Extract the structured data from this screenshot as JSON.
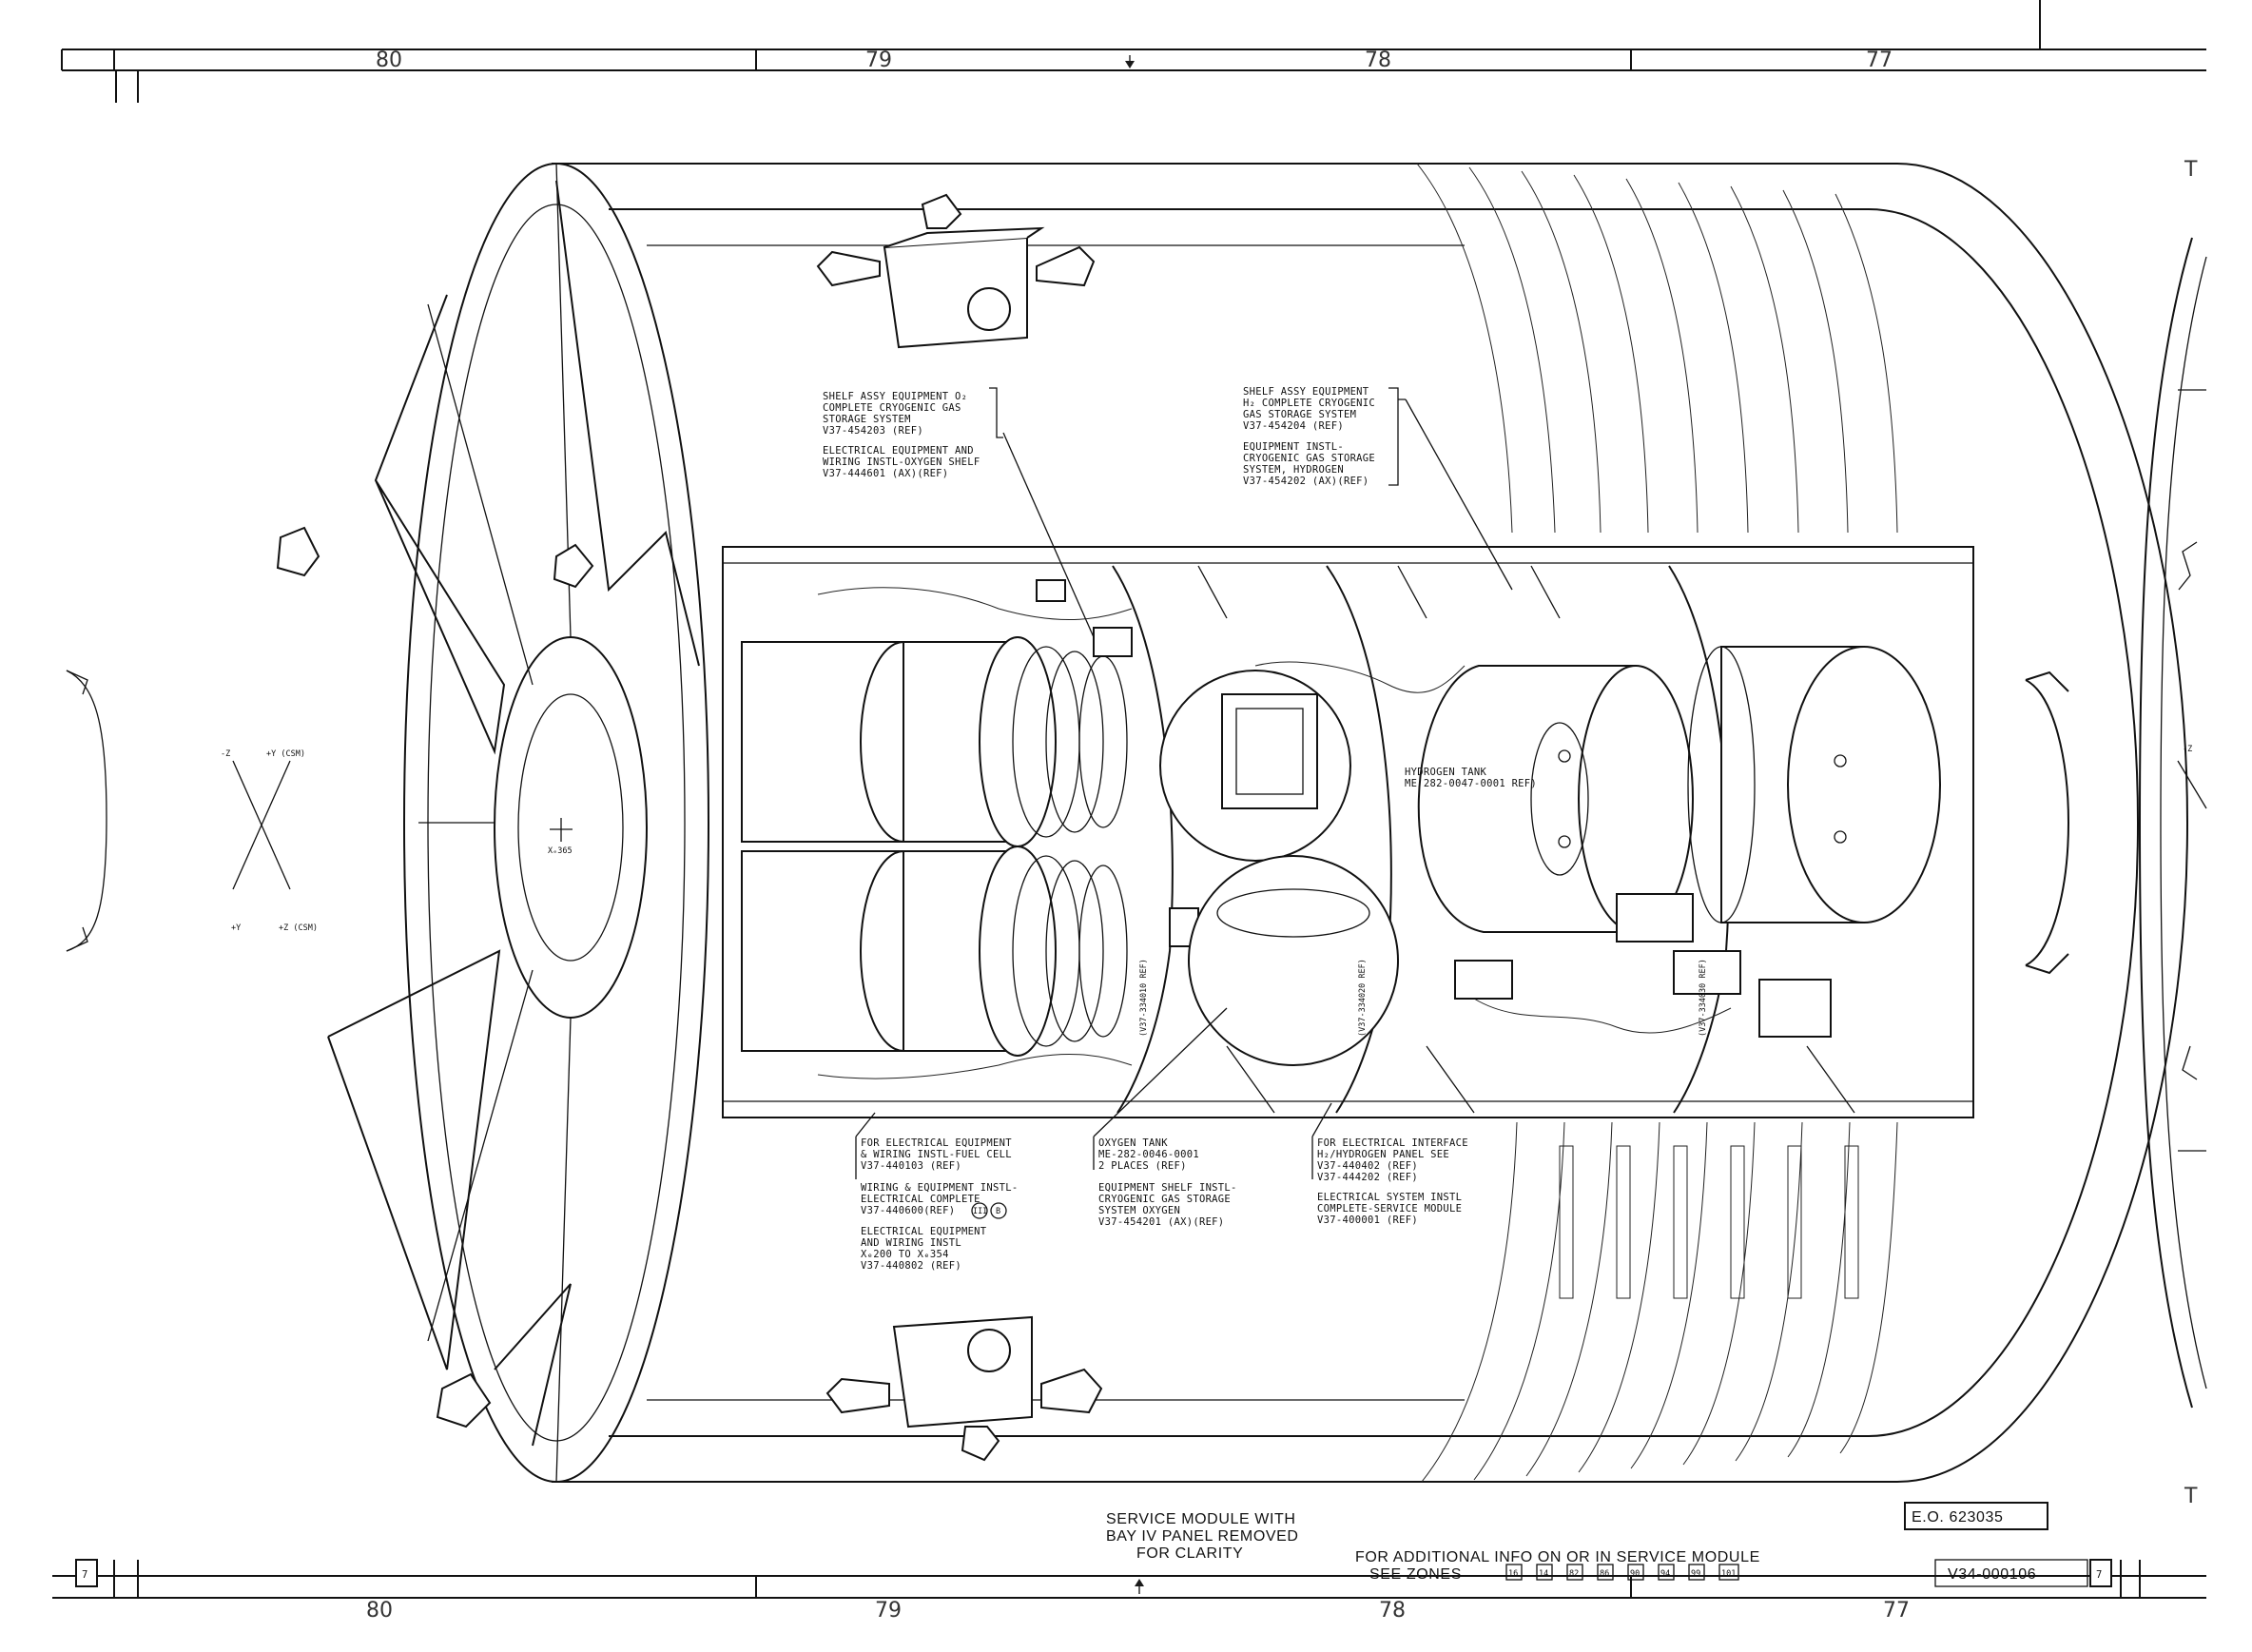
{
  "border": {
    "top_zones": [
      "80",
      "79",
      "78",
      "77"
    ],
    "bottom_zones": [
      "80",
      "79",
      "78",
      "77"
    ],
    "sheet_left": "7",
    "sheet_right": "7"
  },
  "drawing": {
    "axes": {
      "neg_z": "-Z",
      "pos_y_csm": "+Y (CSM)",
      "pos_y": "+Y",
      "pos_z_csm": "+Z (CSM)",
      "station": "Xₑ365"
    },
    "right_axis": "-Z",
    "edge_marks": {
      "t_upper": "T",
      "t_lower": "T"
    }
  },
  "callouts": {
    "shelf_o2": [
      "SHELF ASSY EQUIPMENT O₂",
      "COMPLETE CRYOGENIC GAS",
      "STORAGE SYSTEM",
      "V37-454203 (REF)",
      "",
      "ELECTRICAL EQUIPMENT AND",
      "WIRING INSTL-OXYGEN SHELF",
      "V37-444601 (AX)(REF)"
    ],
    "shelf_h2": [
      "SHELF ASSY EQUIPMENT",
      "H₂ COMPLETE CRYOGENIC",
      "GAS STORAGE SYSTEM",
      "V37-454204 (REF)",
      "",
      "EQUIPMENT INSTL-",
      "CRYOGENIC GAS STORAGE",
      "SYSTEM, HYDROGEN",
      "V37-454202 (AX)(REF)"
    ],
    "hydrogen_tank": [
      "HYDROGEN TANK",
      "ME 282-0047-0001 REF)"
    ],
    "fuel_cell": [
      "FOR ELECTRICAL EQUIPMENT",
      "& WIRING INSTL-FUEL CELL",
      "V37-440103 (REF)",
      "",
      "WIRING & EQUIPMENT INSTL-",
      "ELECTRICAL COMPLETE",
      "V37-440600(REF)",
      "",
      "ELECTRICAL EQUIPMENT",
      "AND WIRING INSTL",
      "Xₑ200 TO Xₑ354",
      "V37-440802 (REF)"
    ],
    "fuel_cell_badges": [
      "III",
      "B"
    ],
    "oxygen_tank": [
      "OXYGEN TANK",
      "ME-282-0046-0001",
      "2 PLACES (REF)",
      "",
      "EQUIPMENT SHELF INSTL-",
      "CRYOGENIC GAS STORAGE",
      "SYSTEM OXYGEN",
      "V37-454201 (AX)(REF)"
    ],
    "interface": [
      "FOR ELECTRICAL INTERFACE",
      "H₂/HYDROGEN PANEL SEE",
      "V37-440402 (REF)",
      "V37-444202 (REF)",
      "",
      "ELECTRICAL SYSTEM INSTL",
      "COMPLETE-SERVICE MODULE",
      "V37-400001 (REF)"
    ],
    "shelf_refs": [
      "(V37-334010 REF)",
      "(V37-334020 REF)",
      "(V37-334030 REF)"
    ]
  },
  "title_block": {
    "caption": [
      "SERVICE MODULE WITH",
      "BAY IV PANEL REMOVED",
      "FOR CLARITY"
    ],
    "info": "FOR ADDITIONAL INFO ON OR IN SERVICE MODULE",
    "see_zones": "SEE ZONES",
    "zones": [
      "16",
      "14",
      "82",
      "86",
      "90",
      "94",
      "99",
      "101"
    ],
    "eo_number": "E.O. 623035",
    "drawing_number": "V34-000106",
    "sheet": "7"
  }
}
